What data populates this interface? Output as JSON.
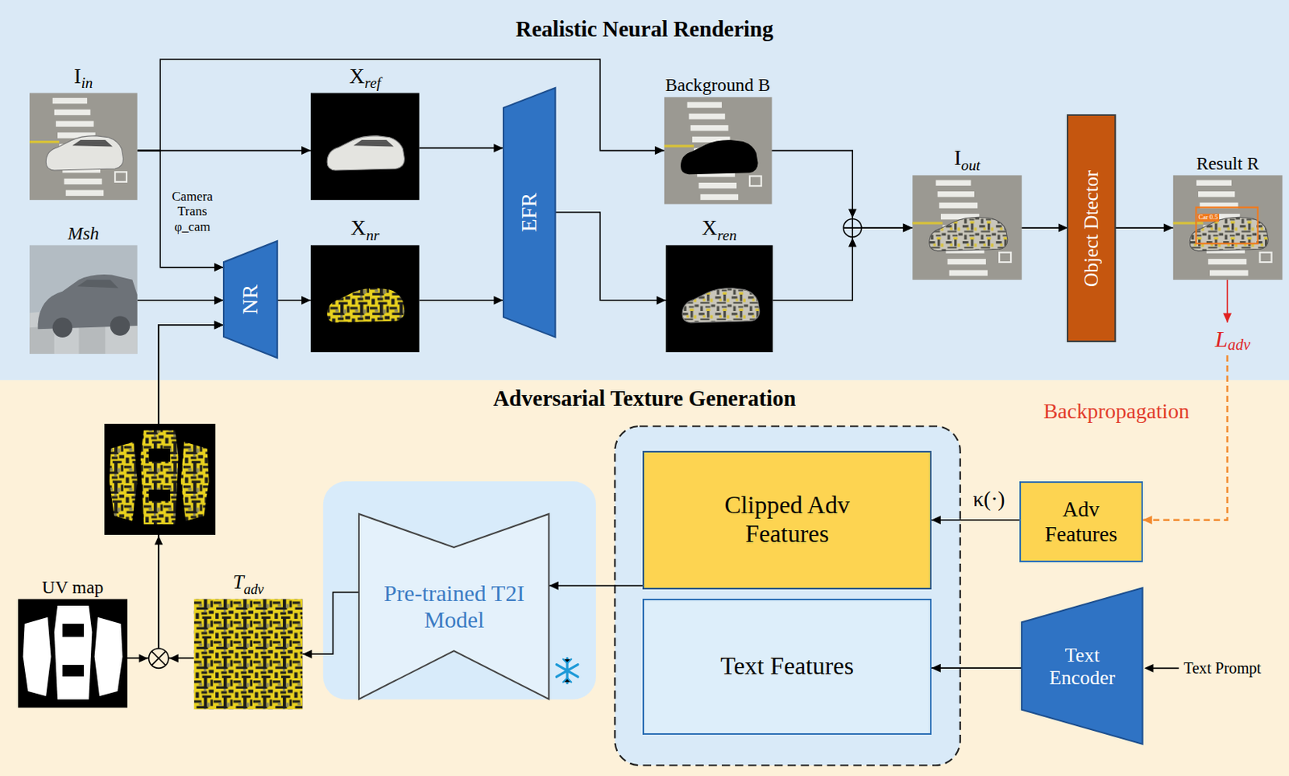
{
  "diagram": {
    "nodes": [
      {
        "text": [
          "Realistic Neural Rendering"
        ]
      },
      {
        "text": [
          "I",
          "in"
        ],
        "in": 0
      },
      {
        "text": [
          "X",
          "ref"
        ],
        "in": 0
      },
      {
        "text": [
          "EFR"
        ],
        "in": 0
      },
      {
        "text": [
          "Background B"
        ],
        "in": 0
      },
      {
        "text": [
          "I",
          "out"
        ],
        "in": 0
      },
      {
        "text": [
          "Object Dtector"
        ],
        "in": 0
      },
      {
        "text": [
          "Result R"
        ],
        "in": 0
      },
      {
        "text": [
          "Msh"
        ],
        "in": 0
      },
      {
        "text": [
          "NR"
        ],
        "in": 0
      },
      {
        "text": [
          "X",
          "nr"
        ],
        "in": 0
      },
      {
        "text": [
          "X",
          "ren"
        ],
        "in": 0
      },
      {
        "text": [
          "Adversarial Texture Generation"
        ]
      },
      {
        "text": [
          "UV map"
        ],
        "in": 12
      },
      {
        "text": [
          "T",
          "adv"
        ],
        "in": 12
      },
      {
        "text": [
          "Pre-trained T2I Model"
        ],
        "in": 12
      },
      {
        "text": [
          "Clipped Adv Features"
        ],
        "in": 12
      },
      {
        "text": [
          "Text Features"
        ],
        "in": 12
      },
      {
        "text": [
          "Adv Features"
        ],
        "in": 12
      },
      {
        "text": [
          "Text Encoder"
        ],
        "in": 12
      }
    ],
    "edges": [
      {
        "from": 1,
        "to": 2,
        "arrow": "to"
      },
      {
        "from": 1,
        "to": 4,
        "arrow": "to"
      },
      {
        "from": 1,
        "to": 9,
        "label": "Camera Trans φ_cam",
        "arrow": "to"
      },
      {
        "from": 2,
        "to": 3,
        "arrow": "to"
      },
      {
        "from": 8,
        "to": 9,
        "arrow": "to"
      },
      {
        "from": 9,
        "to": 10,
        "arrow": "to"
      },
      {
        "from": 10,
        "to": 3,
        "arrow": "to"
      },
      {
        "from": 3,
        "to": 11,
        "arrow": "to"
      },
      {
        "from": 4,
        "to": 5,
        "arrow": "to"
      },
      {
        "from": 11,
        "to": 5,
        "arrow": "to"
      },
      {
        "from": 5,
        "to": 6,
        "arrow": "to"
      },
      {
        "from": 6,
        "to": 7,
        "arrow": "to"
      },
      {
        "from": 7,
        "to": 18,
        "arrow": "to"
      },
      {
        "from": 18,
        "to": 16,
        "label": "κ(·)",
        "arrow": "to"
      },
      {
        "from": 19,
        "to": 17,
        "arrow": "to"
      },
      {
        "from": 16,
        "to": 15,
        "arrow": "to"
      },
      {
        "from": 15,
        "to": 14,
        "arrow": "to"
      },
      {
        "from": 13,
        "to": 9,
        "arrow": "to"
      },
      {
        "from": 14,
        "to": 9,
        "arrow": "to"
      }
    ],
    "labels": [
      "L",
      "adv",
      "Backpropagation",
      "Text Prompt",
      "Car 0.5"
    ]
  }
}
